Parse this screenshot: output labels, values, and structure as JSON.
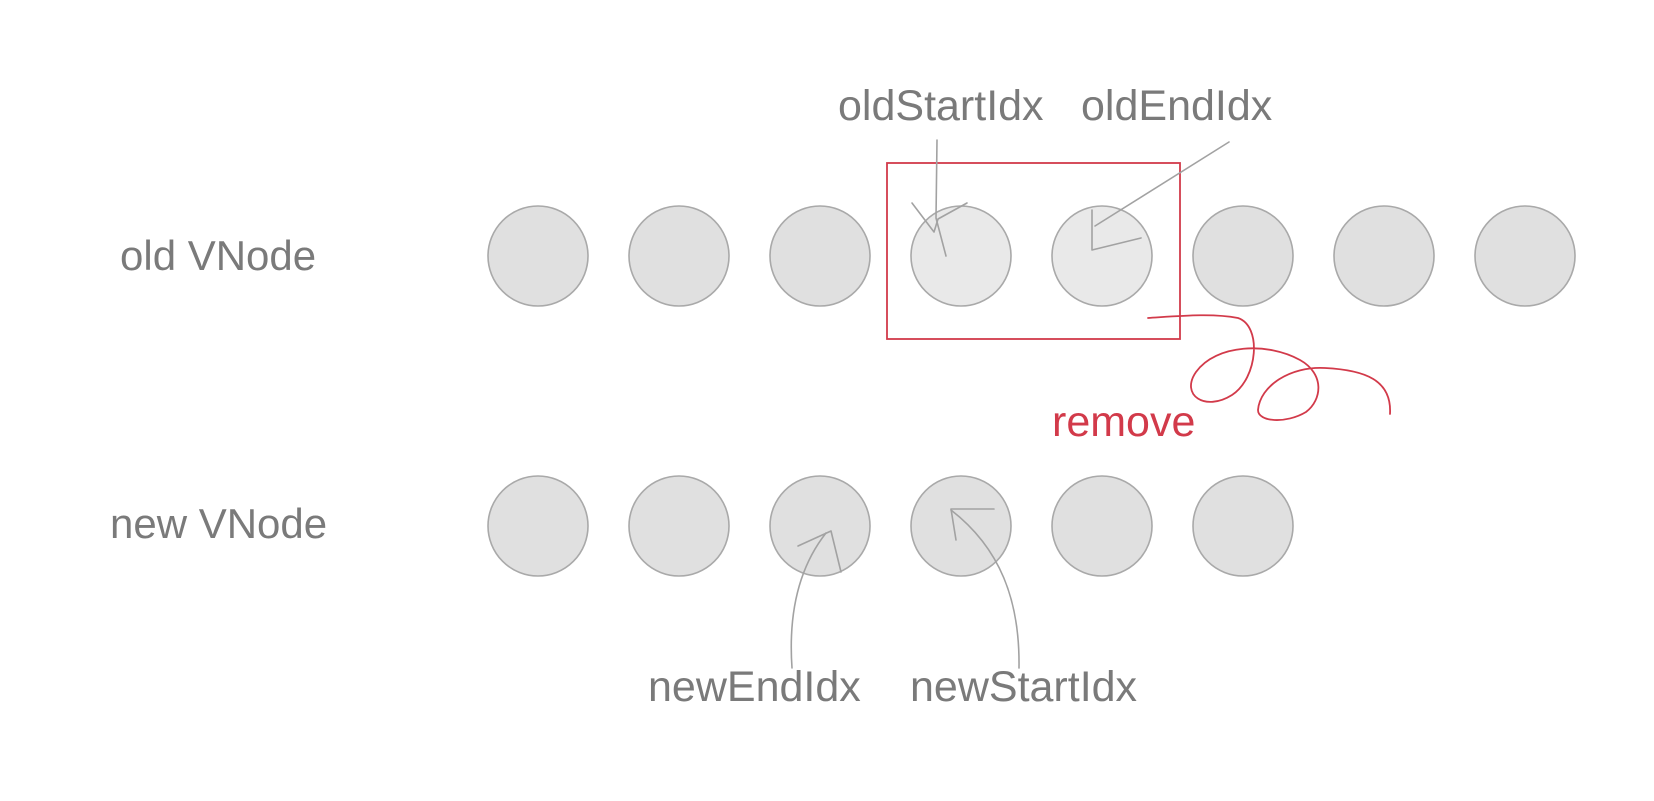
{
  "rows": {
    "old": {
      "label": "old VNode",
      "node_count": 8
    },
    "new": {
      "label": "new VNode",
      "node_count": 6
    }
  },
  "pointers": {
    "old_start_idx": "oldStartIdx",
    "old_end_idx": "oldEndIdx",
    "new_end_idx": "newEndIdx",
    "new_start_idx": "newStartIdx"
  },
  "annotation": {
    "remove_label": "remove"
  },
  "colors": {
    "node_fill": "#e0e0e0",
    "highlighted_node_fill": "#e9e9e9",
    "text": "#7a7a7a",
    "pointer_line": "#a2a2a2",
    "remove_red": "#d23a4a"
  }
}
